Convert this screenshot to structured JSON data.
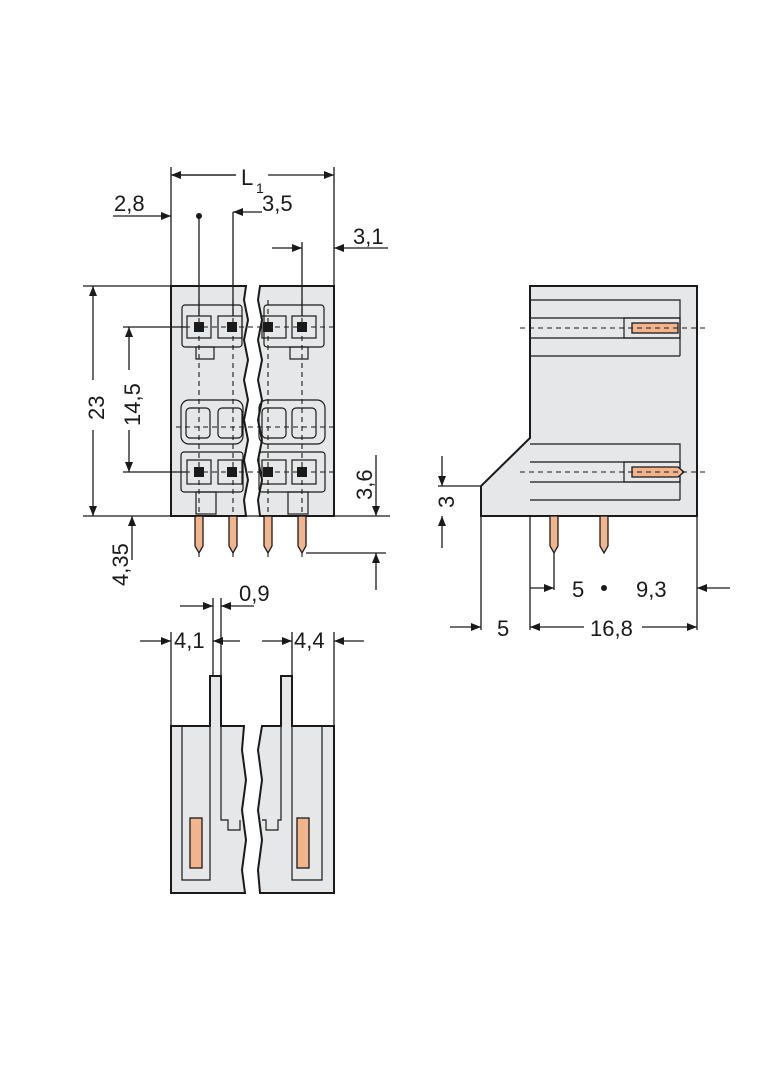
{
  "front_view": {
    "dims": {
      "length": "L",
      "length_sub": "1",
      "left_edge": "2,8",
      "pitch": "3,5",
      "right_edge": "3,1",
      "height": "23",
      "row_spacing": "14,5",
      "bottom_offset": "3,6",
      "pin_length": "4,35"
    }
  },
  "bottom_view": {
    "dims": {
      "pin_thickness": "0,9",
      "left_offset": "4,1",
      "right_offset": "4,4"
    }
  },
  "side_view": {
    "dims": {
      "step": "3",
      "pin_pitch": "5",
      "rear": "9,3",
      "front_offset": "5",
      "depth": "16,8"
    }
  },
  "colors": {
    "housing": "#e6e7e8",
    "pin": "#f2b48d",
    "line": "#1a1a1a"
  }
}
